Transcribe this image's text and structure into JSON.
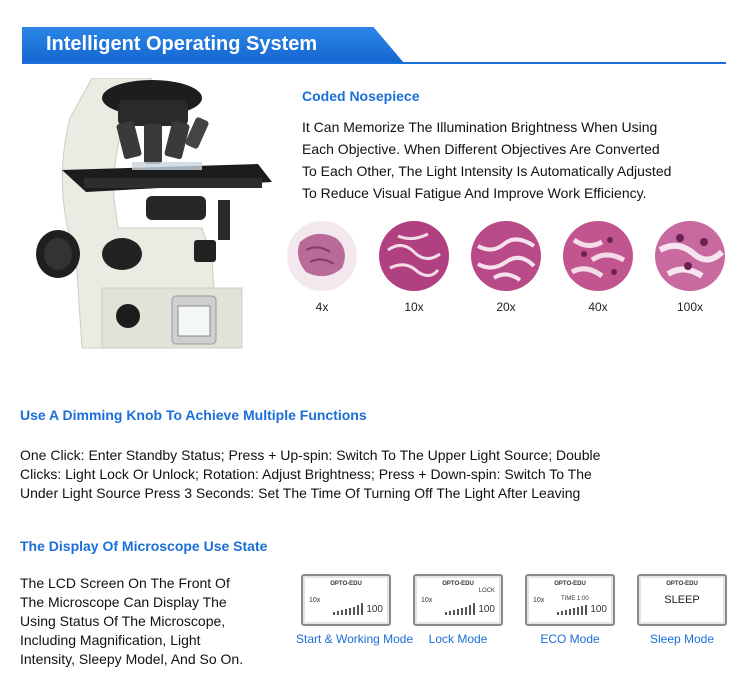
{
  "header": {
    "title": "Intelligent Operating System"
  },
  "nosepiece": {
    "heading": "Coded Nosepiece",
    "body": [
      "It Can Memorize The Illumination Brightness When Using",
      "Each Objective. When Different Objectives Are Converted",
      "To Each Other, The Light Intensity Is Automatically Adjusted",
      "To Reduce Visual Fatigue And Improve Work Efficiency."
    ],
    "samples": [
      {
        "label": "4x"
      },
      {
        "label": "10x"
      },
      {
        "label": "20x"
      },
      {
        "label": "40x"
      },
      {
        "label": "100x"
      }
    ]
  },
  "dimming": {
    "heading": "Use A Dimming Knob To Achieve Multiple Functions",
    "body": [
      "One Click: Enter Standby Status; Press + Up-spin: Switch To The Upper Light Source; Double",
      "Clicks: Light Lock Or Unlock; Rotation: Adjust Brightness; Press + Down-spin: Switch To The",
      "Under Light Source Press 3 Seconds: Set The Time Of Turning Off The Light After Leaving"
    ]
  },
  "display": {
    "heading": "The Display Of Microscope Use State",
    "body": [
      "The LCD Screen On The Front Of",
      "The Microscope Can Display The",
      "Using Status Of The Microscope,",
      "Including Magnification, Light",
      "Intensity, Sleepy Model, And So On."
    ],
    "modes": [
      {
        "caption": "Start & Working Mode",
        "brand": "OPTO-EDU",
        "mag": "10x",
        "value": "100"
      },
      {
        "caption": "Lock Mode",
        "brand": "OPTO-EDU",
        "mag": "10x",
        "value": "100",
        "status": "LOCK"
      },
      {
        "caption": "ECO Mode",
        "brand": "OPTO-EDU",
        "mag": "10x",
        "value": "100",
        "status": "TIME 1:00"
      },
      {
        "caption": "Sleep Mode",
        "brand": "OPTO-EDU",
        "status": "SLEEP"
      }
    ]
  },
  "colors": {
    "accent": "#1b6ed8",
    "banner": "#1a6fd8",
    "tissue": "#b0407f"
  }
}
